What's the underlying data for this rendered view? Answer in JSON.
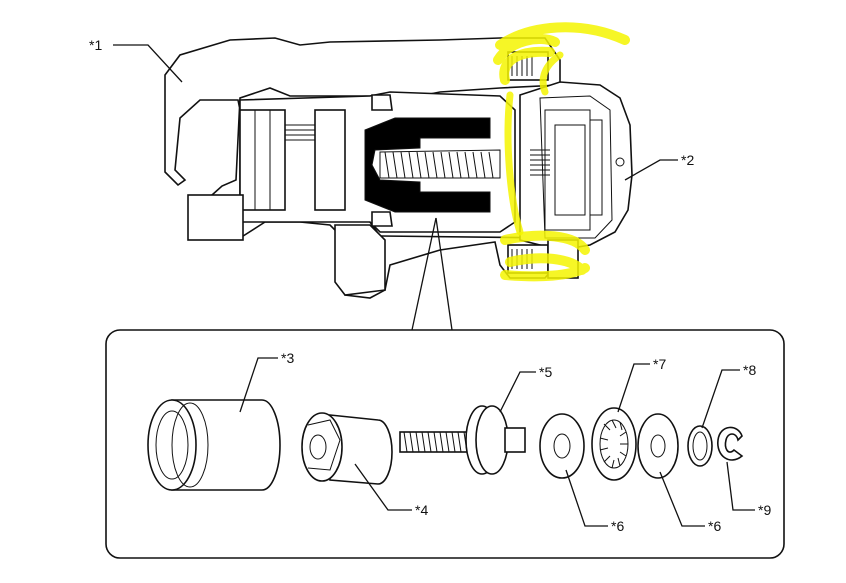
{
  "callouts": {
    "c1": "*1",
    "c2": "*2",
    "c3": "*3",
    "c4": "*4",
    "c5": "*5",
    "c6a": "*6",
    "c6b": "*6",
    "c7": "*7",
    "c8": "*8",
    "c9": "*9"
  },
  "colors": {
    "highlight": "#f5f500",
    "ink": "#111111",
    "fill_dark": "#000000",
    "fill_light": "#ffffff"
  }
}
